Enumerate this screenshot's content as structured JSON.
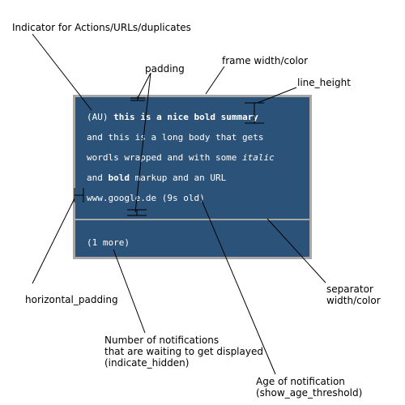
{
  "labels": {
    "indicator": "Indicator for Actions/URLs/duplicates",
    "padding": "padding",
    "frame": "frame width/color",
    "line_height": "line_height",
    "horizontal_padding": "horizontal_padding",
    "separator_line1": "separator",
    "separator_line2": "width/color",
    "hidden_line1": "Number of notifications",
    "hidden_line2": "that are waiting to get displayed",
    "hidden_line3": "(indicate_hidden)",
    "age_line1": "Age of notification",
    "age_line2": "(show_age_threshold)"
  },
  "notification": {
    "line1": {
      "prefix": "(AU) ",
      "bold": "this is a nice bold summary"
    },
    "line2": "and this is a long body that gets",
    "line3": {
      "prefix": "wordls wrapped and with some ",
      "italic": "italic"
    },
    "line4": {
      "prefix": "and ",
      "bold": "bold",
      "suffix": " markup and an URL"
    },
    "line5": "www.google.de (9s old)",
    "more": "(1 more)"
  },
  "colors": {
    "notification_bg": "#2b5278",
    "frame": "#a7a7a7",
    "separator": "#a7a7a7",
    "text": "#ffffff",
    "annotation_lines": "#000000"
  }
}
